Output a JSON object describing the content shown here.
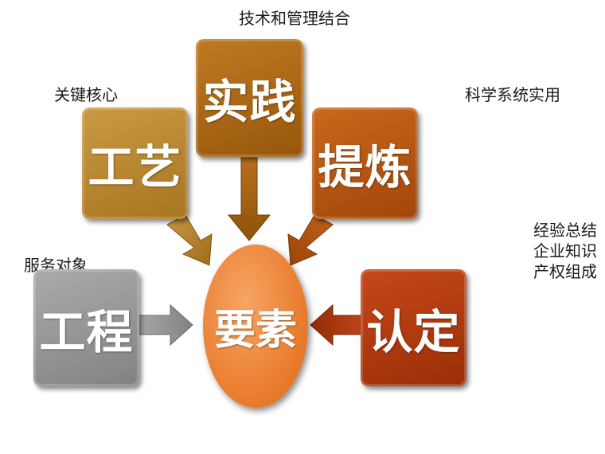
{
  "captions": {
    "top": "技术和管理结合",
    "top_left": "关键核心",
    "top_right": "科学系统实用",
    "left": "服务对象",
    "right_lines": [
      "经验总结",
      "企业知识",
      "产权组成"
    ]
  },
  "nodes": {
    "craft": {
      "label": "工艺",
      "color": "#b9852a"
    },
    "practice": {
      "label": "实践",
      "color": "#a8620f"
    },
    "refine": {
      "label": "提炼",
      "color": "#b5520c"
    },
    "engineering": {
      "label": "工程",
      "color": "#8f8f8f"
    },
    "certify": {
      "label": "认定",
      "color": "#b2350a"
    },
    "core": {
      "label": "要素",
      "color": "#ee8a3c"
    }
  }
}
